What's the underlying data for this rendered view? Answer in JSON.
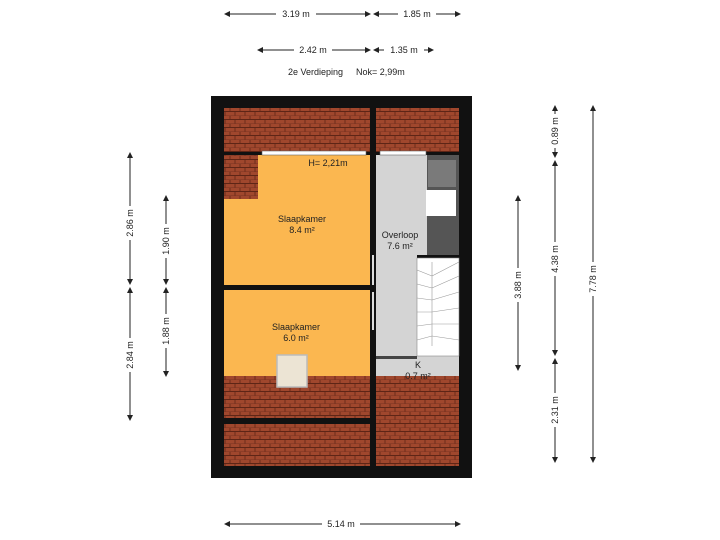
{
  "header": {
    "floor_label": "2e Verdieping",
    "ridge_label": "Nok= 2,99m"
  },
  "dimensions": {
    "top_row1": [
      "3.19 m",
      "1.85 m"
    ],
    "top_row2": [
      "2.42 m",
      "1.35 m"
    ],
    "bottom": "5.14 m",
    "left_outer": [
      "2.86 m",
      "2.84 m"
    ],
    "left_inner": [
      "1.90 m",
      "1.88 m"
    ],
    "right_inner": "3.88 m",
    "right_mid": [
      "0.89 m",
      "4.38 m",
      "2.31 m"
    ],
    "right_outer": "7.78 m"
  },
  "rooms": {
    "bedroom1": {
      "name": "Slaapkamer",
      "area": "8.4 m²",
      "height": "H= 2,21m"
    },
    "bedroom2": {
      "name": "Slaapkamer",
      "area": "6.0 m²"
    },
    "landing": {
      "name": "Overloop",
      "area": "7.6 m²"
    },
    "closet": {
      "name": "K",
      "area": "0.7 m²"
    }
  },
  "colors": {
    "wall": "#111111",
    "roof_tile": "#a0472d",
    "bedroom": "#fbb750",
    "landing": "#d4d4d4",
    "white": "#ffffff"
  }
}
